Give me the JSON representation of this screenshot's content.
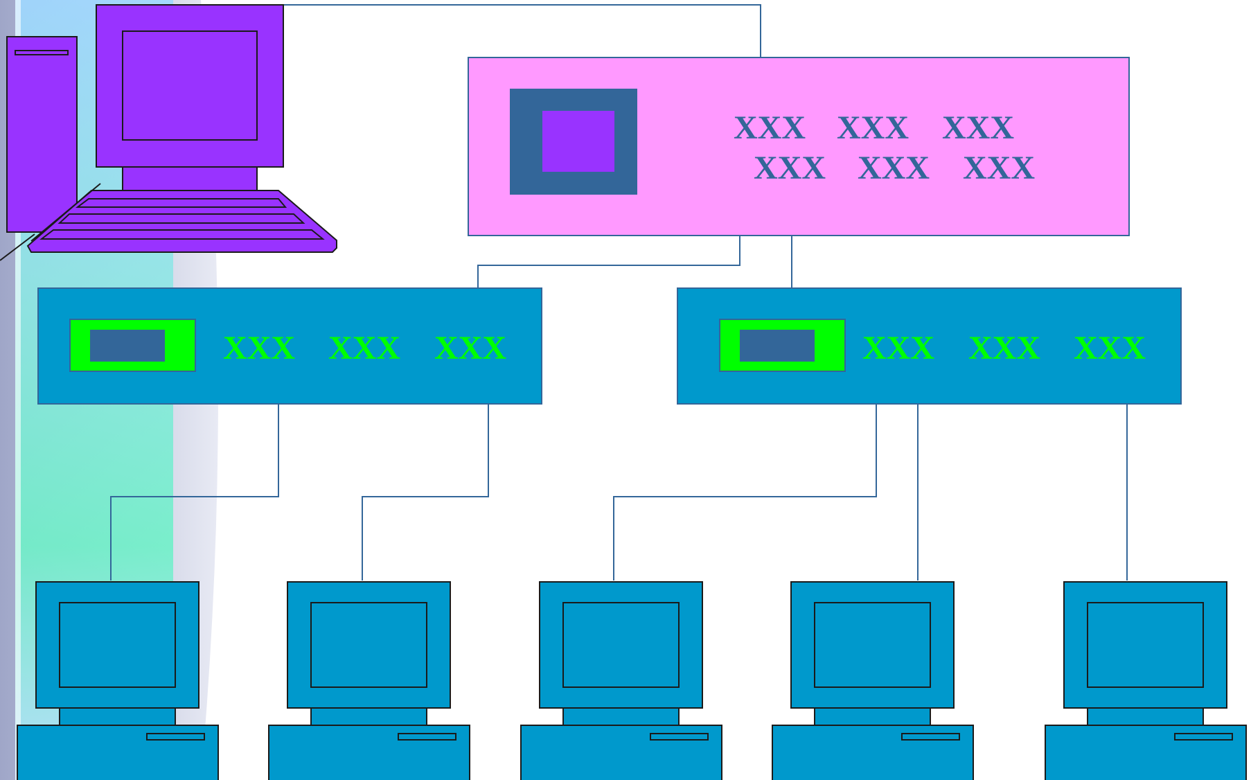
{
  "colors": {
    "server_box": "#ff99ff",
    "switch_box": "#0099cc",
    "port_green": "#00ff00",
    "port_dark": "#336699",
    "host_pc": "#9933ff",
    "client_pc": "#0099cc",
    "wire": "#336699",
    "top_label": "#336699",
    "switch_label": "#00ff00"
  },
  "server_box": {
    "labels_row1": [
      "XXX",
      "XXX",
      "XXX"
    ],
    "labels_row2": [
      "XXX",
      "XXX",
      "XXX"
    ]
  },
  "switches": [
    {
      "labels": [
        "XXX",
        "XXX",
        "XXX"
      ]
    },
    {
      "labels": [
        "XXX",
        "XXX",
        "XXX"
      ]
    }
  ],
  "host_computer": {
    "icon": "desktop-computer-icon"
  },
  "client_computers": [
    {
      "icon": "computer-icon"
    },
    {
      "icon": "computer-icon"
    },
    {
      "icon": "computer-icon"
    },
    {
      "icon": "computer-icon"
    },
    {
      "icon": "computer-icon"
    }
  ]
}
